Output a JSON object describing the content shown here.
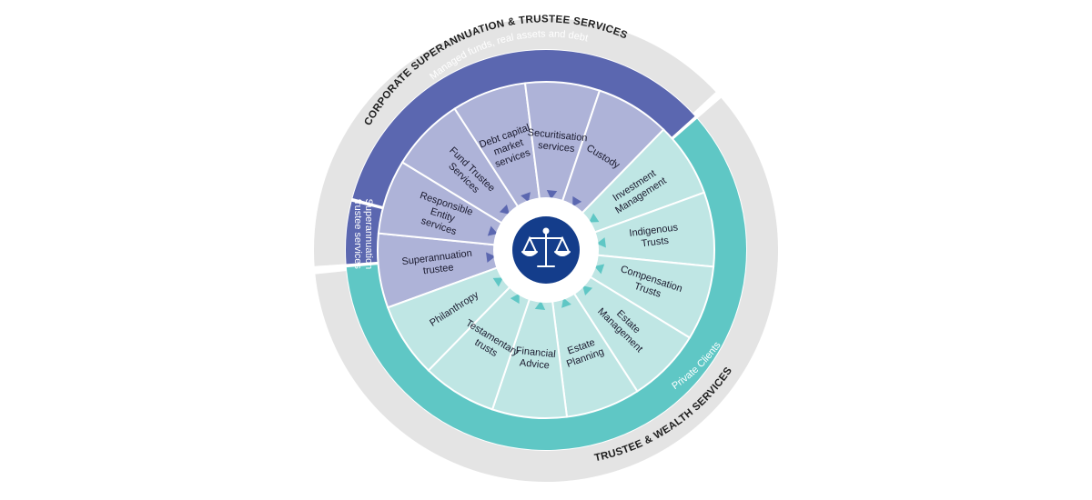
{
  "outer_ring": {
    "top_label": "CORPORATE SUPERANNUATION & TRUSTEE SERVICES",
    "bottom_label": "TRUSTEE & WEALTH SERVICES"
  },
  "bands": {
    "managed_funds": "Managed funds, real assets and debt",
    "superannuation_band": "Superannuation trustee services",
    "private_clients": "Private Clients"
  },
  "segments": [
    {
      "label": "Superannuation trustee",
      "group": "corporate"
    },
    {
      "label": "Responsible Entity services",
      "group": "corporate"
    },
    {
      "label": "Fund Trustee Services",
      "group": "corporate"
    },
    {
      "label": "Debt capital market services",
      "group": "corporate"
    },
    {
      "label": "Securitisation services",
      "group": "corporate"
    },
    {
      "label": "Custody",
      "group": "corporate"
    },
    {
      "label": "Investment Management",
      "group": "wealth"
    },
    {
      "label": "Indigenous Trusts",
      "group": "wealth"
    },
    {
      "label": "Compensation Trusts",
      "group": "wealth"
    },
    {
      "label": "Estate Management",
      "group": "wealth"
    },
    {
      "label": "Estate Planning",
      "group": "wealth"
    },
    {
      "label": "Financial Advice",
      "group": "wealth"
    },
    {
      "label": "Testamentary trusts",
      "group": "wealth"
    },
    {
      "label": "Philanthropy",
      "group": "wealth"
    }
  ],
  "center": {
    "icon": "scales-of-justice-icon"
  },
  "colors": {
    "outer_ring": "#e4e4e4",
    "corporate_band": "#5b67b0",
    "corporate_segment": "#aeb3d8",
    "wealth_band": "#5fc7c5",
    "wealth_segment": "#bfe6e4",
    "center": "#143d8b",
    "arrow_corporate": "#5b67b0",
    "arrow_wealth": "#5fc7c5"
  }
}
